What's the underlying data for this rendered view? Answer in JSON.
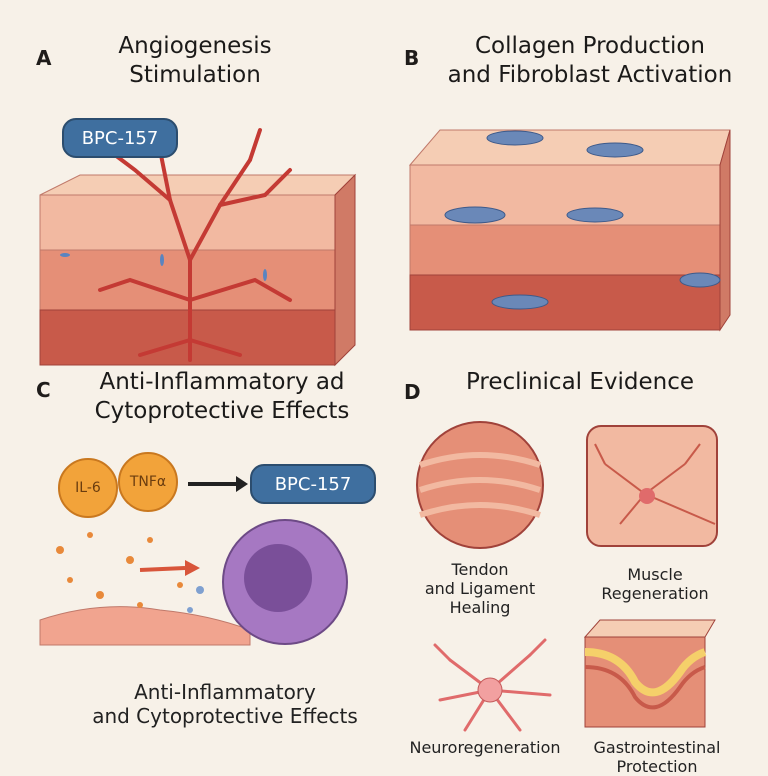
{
  "panels": {
    "a": {
      "letter": "A",
      "title_line1": "Angiogenesis",
      "title_line2": "Stimulation",
      "badge": "BPC-157"
    },
    "b": {
      "letter": "B",
      "title_line1": "Collagen Production",
      "title_line2": "and Fibroblast Activation"
    },
    "c": {
      "letter": "C",
      "title_line1": "Anti-Inflammatory ad",
      "title_line2": "Cytoprotective Effects",
      "il6": "IL-6",
      "tnf": "TNFα",
      "badge": "BPC-157",
      "caption_line1": "Anti-Inflammatory",
      "caption_line2": "and Cytoprotective Effects"
    },
    "d": {
      "letter": "D",
      "title": "Preclinical Evidence",
      "items": [
        {
          "label_line1": "Tendon",
          "label_line2": "and Ligament",
          "label_line3": "Healing"
        },
        {
          "label_line1": "Muscle",
          "label_line2": "Regeneration"
        },
        {
          "label_line1": "Neuroregeneration"
        },
        {
          "label_line1": "Gastrointestinal",
          "label_line2": "Protection"
        }
      ]
    }
  },
  "colors": {
    "background": "#f7f1e8",
    "tissue_light": "#f2b9a1",
    "tissue_mid": "#e58f77",
    "tissue_dark": "#c85a4a",
    "vessel": "#c43a34",
    "badge_blue": "#3f6f9f",
    "cell_purple": "#8a5aa3",
    "orange": "#f2a33a"
  },
  "icons": {
    "vessel": "blood-vessel-icon",
    "fibroblast": "fibroblast-cell-icon",
    "cytokine": "cytokine-icon",
    "cell": "immune-cell-icon",
    "neuron": "neuron-icon"
  }
}
